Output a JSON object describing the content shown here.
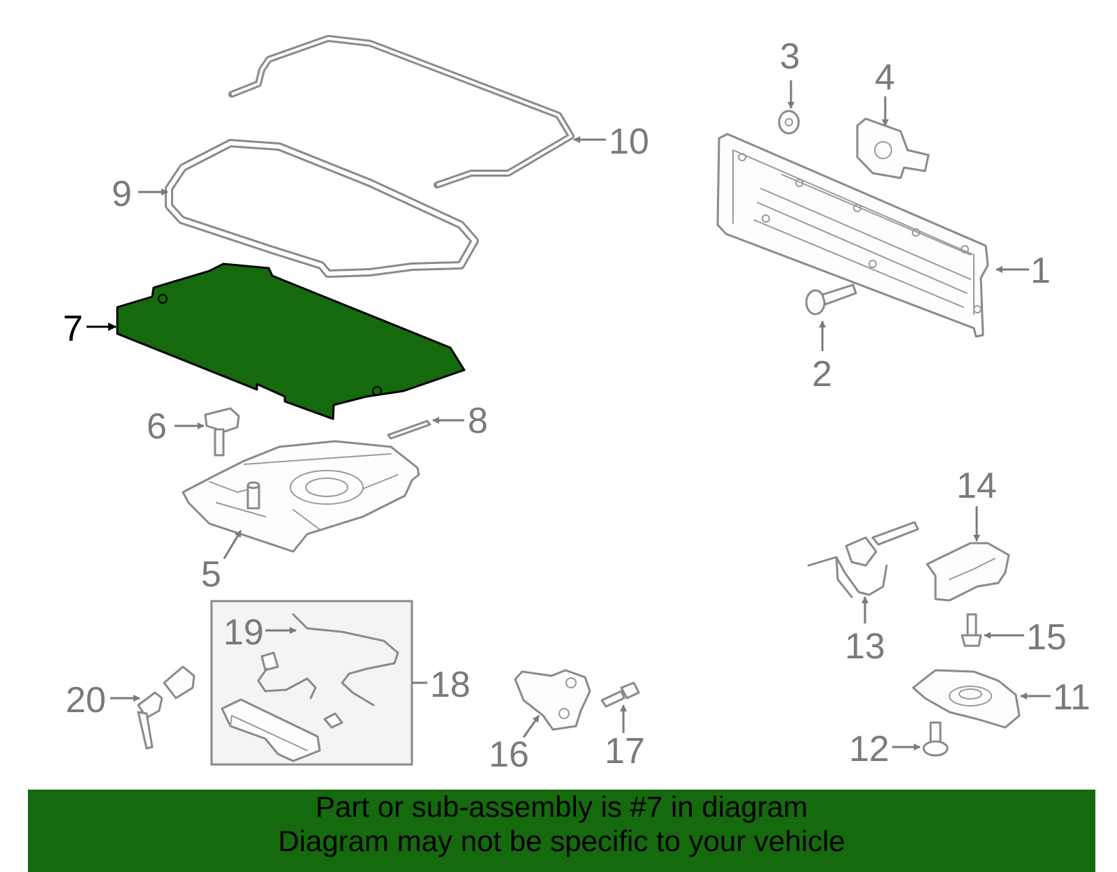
{
  "diagram": {
    "highlight_color": "#156a0e",
    "highlighted_part": "7",
    "callouts": {
      "c1": "1",
      "c2": "2",
      "c3": "3",
      "c4": "4",
      "c5": "5",
      "c6": "6",
      "c7": "7",
      "c8": "8",
      "c9": "9",
      "c10": "10",
      "c11": "11",
      "c12": "12",
      "c13": "13",
      "c14": "14",
      "c15": "15",
      "c16": "16",
      "c17": "17",
      "c18": "18",
      "c19": "19",
      "c20": "20"
    }
  },
  "banner": {
    "line1": "Part or sub-assembly is #7 in diagram",
    "line2": "Diagram may not be specific to your vehicle"
  }
}
